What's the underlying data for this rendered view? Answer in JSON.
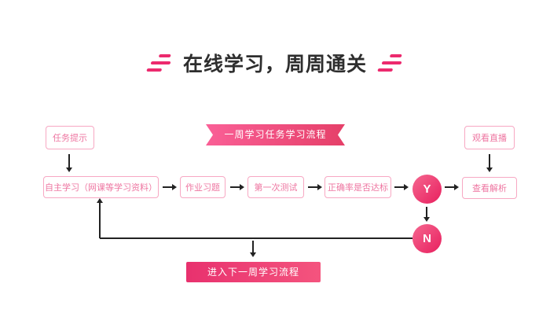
{
  "title": {
    "text": "在线学习，周周通关"
  },
  "flowchart": {
    "top_left_box": "任务提示",
    "ribbon_label": "一周学习任务学习流程",
    "top_right_box": "观看直播",
    "main_flow": [
      "自主学习（网课等学习资料）",
      "作业习题",
      "第一次测试",
      "正确率是否达标"
    ],
    "decision_yes": "Y",
    "decision_no": "N",
    "view_analysis": "查看解析",
    "bottom_banner": "进入下一周学习流程"
  },
  "colors": {
    "accent_pink": "#EC2A6E",
    "box_border": "#F7A8C3",
    "box_text": "#EE76A1",
    "ribbon_grad_a": "#FA6097",
    "ribbon_grad_b": "#E53F68",
    "banner_grad_a": "#E8316E",
    "banner_grad_b": "#F4547E",
    "circle_grad_a": "#F56790",
    "circle_grad_b": "#E81F5E",
    "arrow": "#222222"
  }
}
